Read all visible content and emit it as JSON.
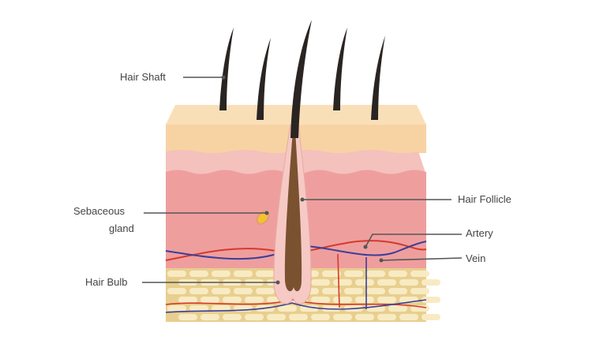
{
  "labels": {
    "hair_shaft": "Hair Shaft",
    "sebaceous_line1": "Sebaceous",
    "sebaceous_line2": "gland",
    "hair_follicle": "Hair Follicle",
    "artery": "Artery",
    "vein": "Vein",
    "hair_bulb": "Hair Bulb"
  },
  "colors": {
    "epidermis": "#f7d3a4",
    "dermis_upper": "#f3b9b6",
    "dermis": "#ef9e9e",
    "fat": "#f3e3b1",
    "hair": "#2a2522",
    "artery": "#d43a2c",
    "vein": "#3a3f9a",
    "leader_line": "#555555"
  }
}
